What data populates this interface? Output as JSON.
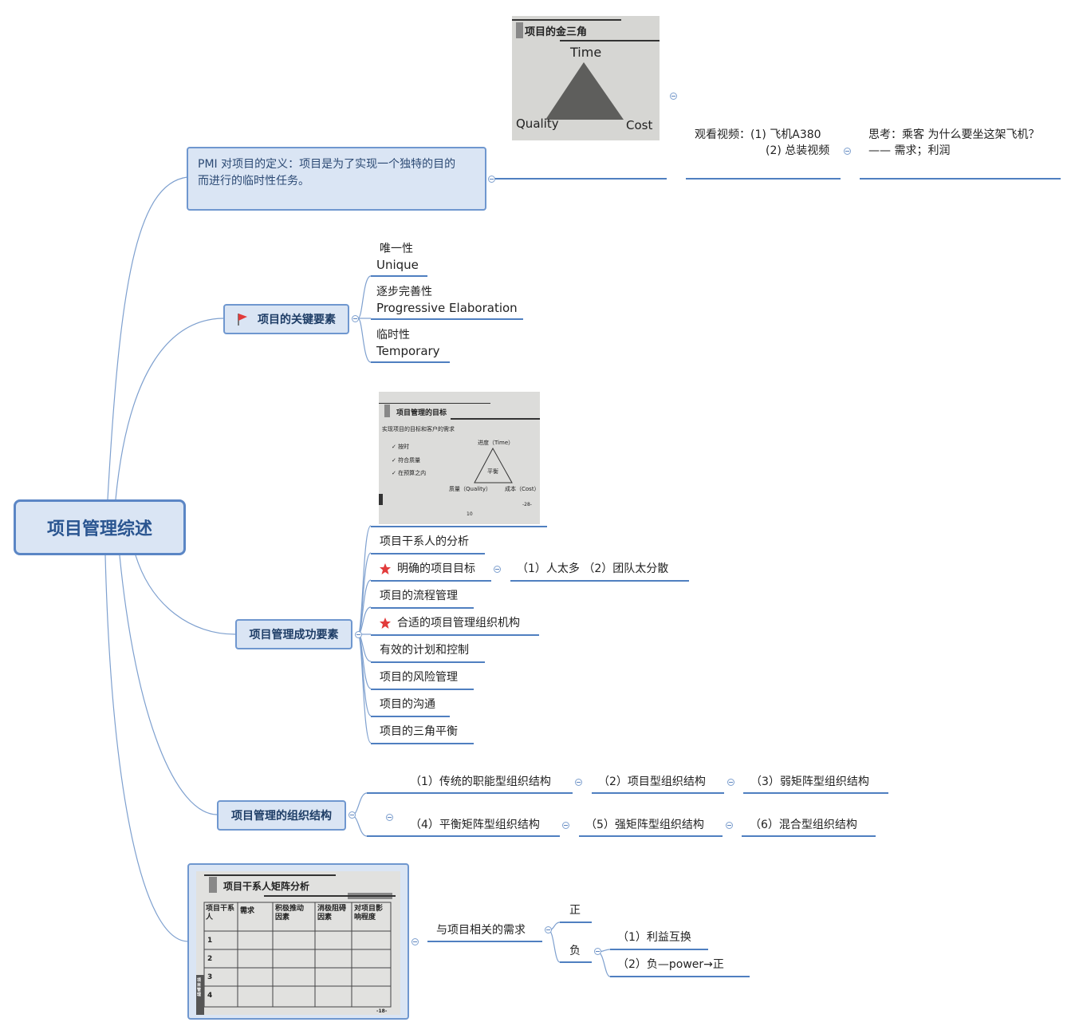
{
  "root": {
    "title": "项目管理综述"
  },
  "definition": {
    "text_line1": "PMI 对项目的定义：项目是为了实现一个独特的目的",
    "text_line2": "而进行的临时性任务。",
    "image": {
      "heading": "项目的金三角",
      "top": "Time",
      "left": "Quality",
      "right": "Cost"
    },
    "video_line1": "观看视频：(1) 飞机A380",
    "video_line2": "(2) 总装视频",
    "think_line1": "思考：乘客 为什么要坐这架飞机？",
    "think_line2": "—— 需求；利润"
  },
  "key_elements": {
    "title": "项目的关键要素",
    "items": [
      {
        "cn": "唯一性",
        "en": "Unique"
      },
      {
        "cn": "逐步完善性",
        "en": "Progressive Elaboration"
      },
      {
        "cn": "临时性",
        "en": "Temporary"
      }
    ]
  },
  "success": {
    "title": "项目管理成功要素",
    "image": {
      "heading": "项目管理的目标",
      "subtitle": "实现项目的目标和客户的需求",
      "checks": [
        "✓ 按时",
        "✓ 符合质量",
        "✓ 在预算之内"
      ],
      "top": "进度（Time）",
      "center": "平衡",
      "left": "质量（Quality）",
      "right": "成本（Cost）",
      "page_left": "10",
      "page_right": "-28-"
    },
    "items": [
      "项目干系人的分析",
      "明确的项目目标",
      "项目的流程管理",
      "合适的项目管理组织机构",
      "有效的计划和控制",
      "项目的风险管理",
      "项目的沟通",
      "项目的三角平衡"
    ],
    "goal_note": "（1）人太多 （2）团队太分散"
  },
  "org": {
    "title": "项目管理的组织结构",
    "row1": [
      "（1）传统的职能型组织结构",
      "（2）项目型组织结构",
      "（3）弱矩阵型组织结构"
    ],
    "row2": [
      "（4）平衡矩阵型组织结构",
      "（5）强矩阵型组织结构",
      "（6）混合型组织结构"
    ]
  },
  "stakeholder": {
    "image": {
      "heading": "项目干系人矩阵分析",
      "headers": [
        "项目干系人",
        "需求",
        "积极推动因素",
        "消极阻碍因素",
        "对项目影响程度"
      ],
      "rows": [
        "1",
        "2",
        "3",
        "4"
      ],
      "side": "项目管理",
      "page": "-18-"
    },
    "demand": "与项目相关的需求",
    "positive": "正",
    "negative": "负",
    "neg_items": [
      "（1）利益互换",
      "（2）负—power→正"
    ]
  },
  "colors": {
    "line": "#4f7fc0",
    "connector": "#7ea0cf",
    "node_fill": "#dae5f4",
    "node_border": "#6f97cf",
    "star": "#e23b3b"
  }
}
